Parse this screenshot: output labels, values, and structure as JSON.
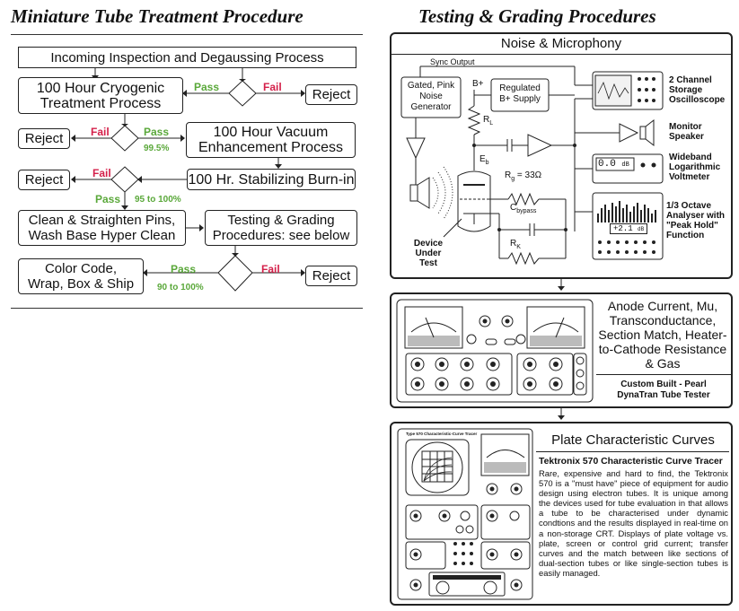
{
  "left": {
    "title": "Miniature Tube Treatment Procedure",
    "steps": {
      "incoming": "Incoming Inspection and Degaussing Process",
      "cryo": "100 Hour Cryogenic Treatment Process",
      "vacuum": "100 Hour Vacuum Enhancement Process",
      "burnin": "100 Hr. Stabilizing Burn-in",
      "clean": "Clean & Straighten Pins, Wash Base Hyper Clean",
      "testing": "Testing & Grading Procedures: see below",
      "color": "Color Code, Wrap, Box & Ship"
    },
    "reject": "Reject",
    "pass": "Pass",
    "fail": "Fail",
    "pct1": "99.5%",
    "pct2": "95 to 100%",
    "pct3": "90 to 100%"
  },
  "right": {
    "title": "Testing & Grading Procedures",
    "noise": {
      "title": "Noise & Microphony",
      "sync_output": "Sync Output",
      "generator": "Gated, Pink Noise Generator",
      "b_plus": "B+",
      "supply": "Regulated B+ Supply",
      "rl": "R",
      "rl_sub": "L",
      "eb": "E",
      "eb_sub": "b",
      "rg": "R",
      "rg_sub": "g",
      "rg_val": " = 33Ω",
      "cb": "C",
      "cb_sub": "bypass",
      "rk": "R",
      "rk_sub": "K",
      "dut": "Device Under Test",
      "scope": "2 Channel Storage Oscilloscope",
      "speaker": "Monitor Speaker",
      "voltmeter": "Wideband Logarithmic Voltmeter",
      "vm_reading": "0.0",
      "vm_unit": "dB",
      "analyser": "1/3 Octave Analyser with \"Peak Hold\" Function",
      "an_reading": "+2.1",
      "an_unit": "dB"
    },
    "anode": {
      "text": "Anode Current, Mu, Transconductance, Section Match, Heater-to-Cathode Resistance & Gas",
      "caption1": "Custom Built - Pearl",
      "caption2": "DynaTran Tube Tester"
    },
    "curves": {
      "title": "Plate Characteristic Curves",
      "subtitle": "Tektronix 570 Characteristic Curve Tracer",
      "screen_label": "Type 570 Characteristic-Curve Tracer",
      "body": "Rare, expensive and hard to find, the Tektronix 570 is a \"must have\" piece of equipment for audio design using electron tubes. It is unique among the devices used for tube evaluation in that allows a tube to be characterised under dynamic condtions and the results displayed in real-time on a non-storage CRT. Displays of plate voltage vs. plate, screen or control grid current; transfer curves and the match between like sections of dual-section tubes or like single-section tubes is easily managed."
    }
  },
  "colors": {
    "pass": "#5aa83a",
    "fail": "#d4204a",
    "panel_border": "#222222"
  }
}
